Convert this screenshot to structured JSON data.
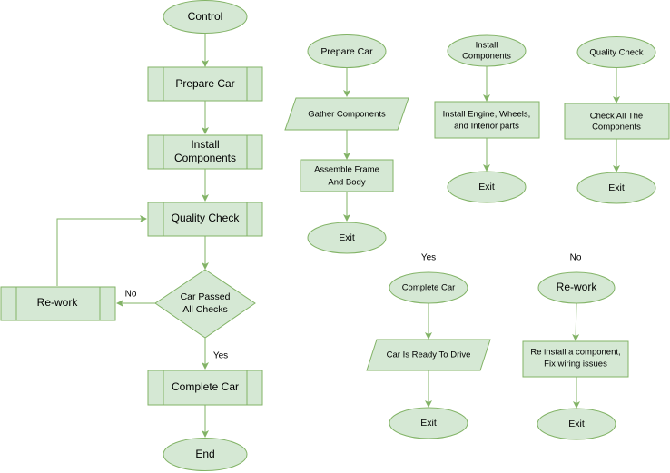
{
  "colors": {
    "fill": "#d5e8d4",
    "stroke": "#82b366",
    "text": "#000000"
  },
  "main_flow": {
    "control": "Control",
    "prepare_car": "Prepare Car",
    "install_components_1": "Install",
    "install_components_2": "Components",
    "quality_check": "Quality Check",
    "decision_1": "Car Passed",
    "decision_2": "All Checks",
    "rework": "Re-work",
    "complete_car": "Complete Car",
    "end": "End",
    "no_label": "No",
    "yes_label": "Yes"
  },
  "prepare_flow": {
    "start": "Prepare Car",
    "gather": "Gather Components",
    "assemble_1": "Assemble Frame",
    "assemble_2": "And Body",
    "exit": "Exit"
  },
  "install_flow": {
    "start_1": "Install",
    "start_2": "Components",
    "step_1": "Install Engine, Wheels,",
    "step_2": "and Interior parts",
    "exit": "Exit"
  },
  "quality_flow": {
    "start": "Quality Check",
    "step_1": "Check All The",
    "step_2": "Components",
    "exit": "Exit"
  },
  "yes_flow": {
    "heading": "Yes",
    "start": "Complete Car",
    "step": "Car Is Ready To Drive",
    "exit": "Exit"
  },
  "no_flow": {
    "heading": "No",
    "start": "Re-work",
    "step_1": "Re install a component,",
    "step_2": "Fix wiring issues",
    "exit": "Exit"
  }
}
